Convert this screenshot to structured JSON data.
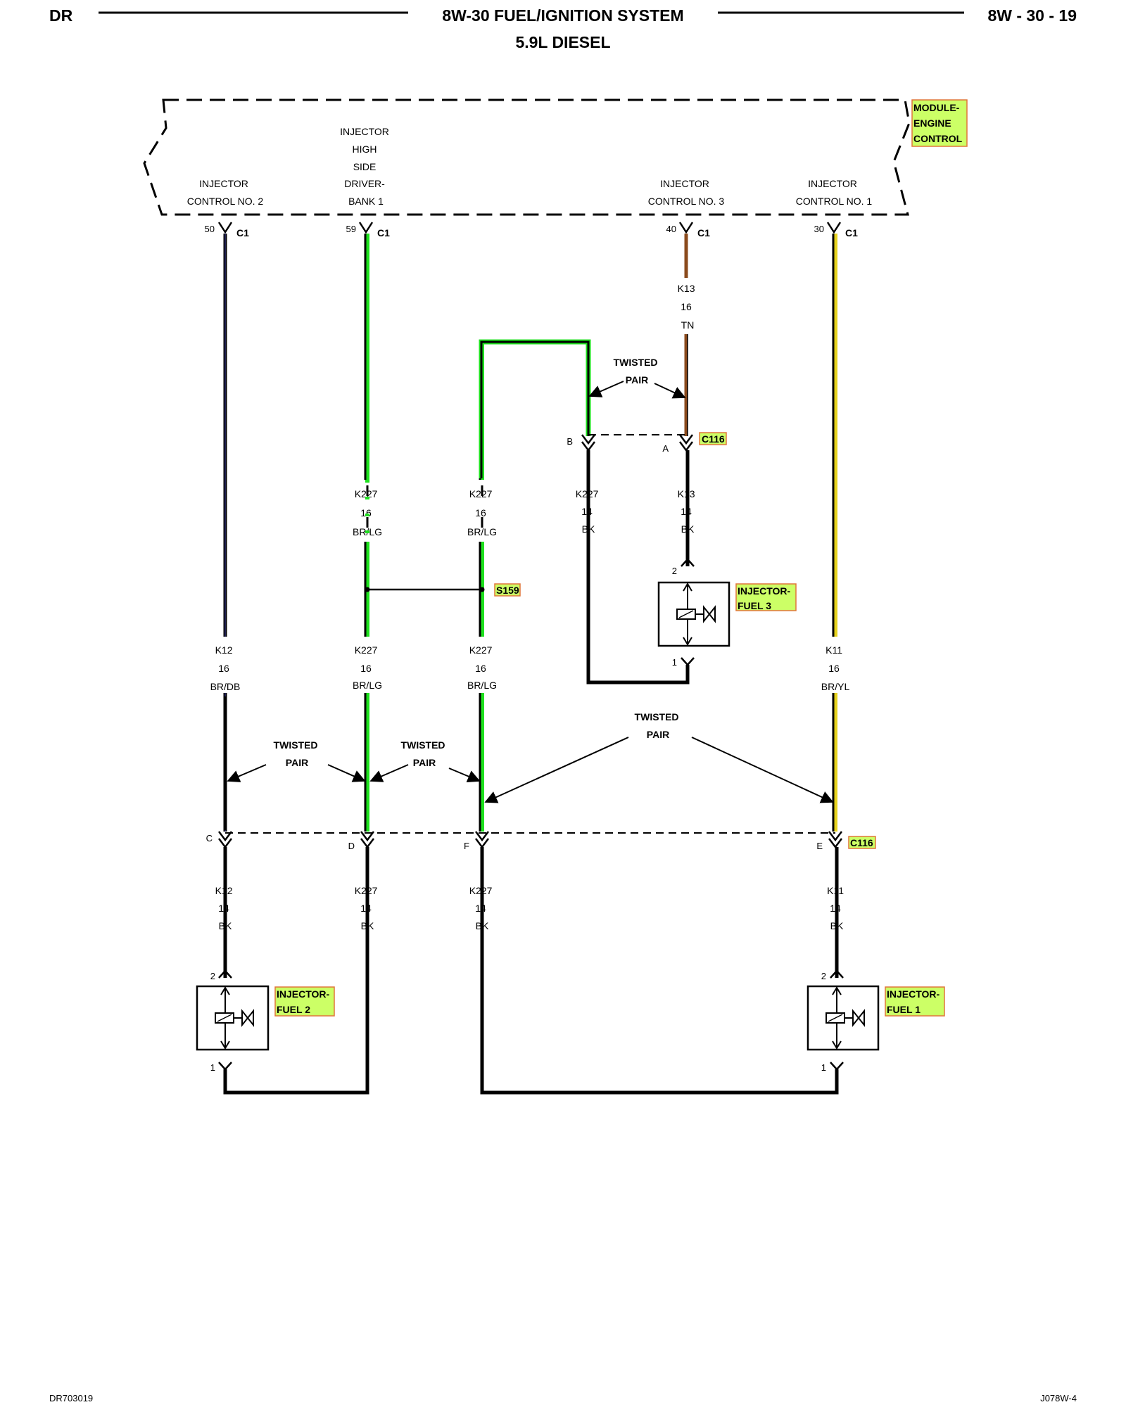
{
  "header": {
    "left": "DR",
    "title": "8W-30 FUEL/IGNITION SYSTEM",
    "subtitle": "5.9L DIESEL",
    "page": "8W - 30 - 19"
  },
  "footer": {
    "left": "DR703019",
    "right": "J078W-4"
  },
  "module": {
    "name_lines": [
      "MODULE-",
      "ENGINE",
      "CONTROL"
    ],
    "inj_ctrl_2": [
      "INJECTOR",
      "CONTROL NO. 2"
    ],
    "inj_high_side": [
      "INJECTOR",
      "HIGH",
      "SIDE",
      "DRIVER-",
      "BANK 1"
    ],
    "inj_ctrl_3": [
      "INJECTOR",
      "CONTROL NO. 3"
    ],
    "inj_ctrl_1": [
      "INJECTOR",
      "CONTROL NO. 1"
    ]
  },
  "pins": {
    "p50": "50",
    "p59": "59",
    "p40": "40",
    "p30": "30",
    "c1": "C1"
  },
  "wires": {
    "k13_tn": [
      "K13",
      "16",
      "TN"
    ],
    "k227_14_bk": [
      "K227",
      "14",
      "BK"
    ],
    "k13_14_bk": [
      "K13",
      "14",
      "BK"
    ],
    "k227_16_brlg": [
      "K227",
      "16",
      "BR/LG"
    ],
    "k12_16_brdb": [
      "K12",
      "16",
      "BR/DB"
    ],
    "k11_16_bryl": [
      "K11",
      "16",
      "BR/YL"
    ],
    "k12_14_bk": [
      "K12",
      "14",
      "BK"
    ],
    "k11_14_bk": [
      "K11",
      "14",
      "BK"
    ]
  },
  "twisted_pair": [
    "TWISTED",
    "PAIR"
  ],
  "connectors": {
    "c116": "C116",
    "s159": "S159",
    "cav_a": "A",
    "cav_b": "B",
    "cav_c": "C",
    "cav_d": "D",
    "cav_e": "E",
    "cav_f": "F"
  },
  "injectors": {
    "fuel3": [
      "INJECTOR-",
      "FUEL 3"
    ],
    "fuel2": [
      "INJECTOR-",
      "FUEL 2"
    ],
    "fuel1": [
      "INJECTOR-",
      "FUEL 1"
    ],
    "pin1": "1",
    "pin2": "2"
  },
  "colors": {
    "green": "#1ee11e",
    "tan": "#8a4a1c",
    "yellow": "#e6d21e",
    "dark_blue": "#2a2a6a",
    "label_highlight": "#ccff66",
    "label_border": "#e0763a"
  }
}
